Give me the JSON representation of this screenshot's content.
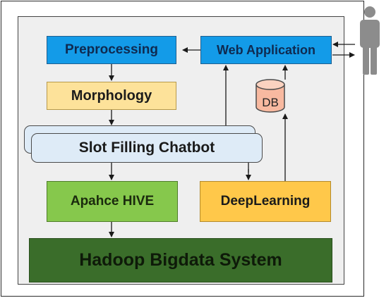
{
  "nodes": {
    "preprocessing": "Preprocessing",
    "web_application": "Web Application",
    "morphology": "Morphology",
    "db": "DB",
    "chatbot": "Slot Filling Chatbot",
    "hive": "Apahce HIVE",
    "deeplearning": "DeepLearning",
    "hadoop": "Hadoop Bigdata System"
  },
  "colors": {
    "blue": "#139be8",
    "yellow": "#fde29a",
    "light_blue": "#deebf7",
    "green": "#86c84c",
    "dark_green": "#3a6d2a",
    "orange": "#ffc84a",
    "db_salmon": "#f8b9a0",
    "user_gray": "#8c8c8c"
  },
  "icons": {
    "user": "person-icon",
    "database": "database-cylinder-icon"
  }
}
